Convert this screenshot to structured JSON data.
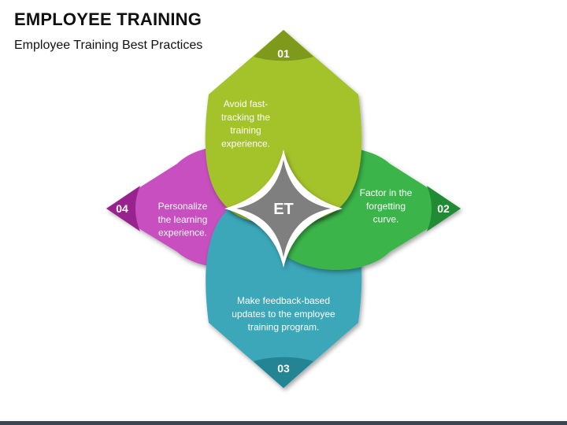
{
  "title": "EMPLOYEE TRAINING",
  "subtitle": "Employee Training Best Practices",
  "center_label": "ET",
  "colors": {
    "green_light": "#a4c22b",
    "green": "#3bb54a",
    "teal": "#3aa7b9",
    "magenta": "#c84fbf",
    "center": "#7f7f7f",
    "bar": "#3b4654"
  },
  "items": [
    {
      "number": "01",
      "lines": [
        "Avoid fast-",
        "tracking the",
        "training",
        "experience."
      ]
    },
    {
      "number": "02",
      "lines": [
        "Factor in the",
        "forgetting",
        "curve."
      ]
    },
    {
      "number": "03",
      "lines": [
        "Make feedback-based",
        "updates to the employee",
        "training program."
      ]
    },
    {
      "number": "04",
      "lines": [
        "Personalize",
        "the learning",
        "experience."
      ]
    }
  ]
}
